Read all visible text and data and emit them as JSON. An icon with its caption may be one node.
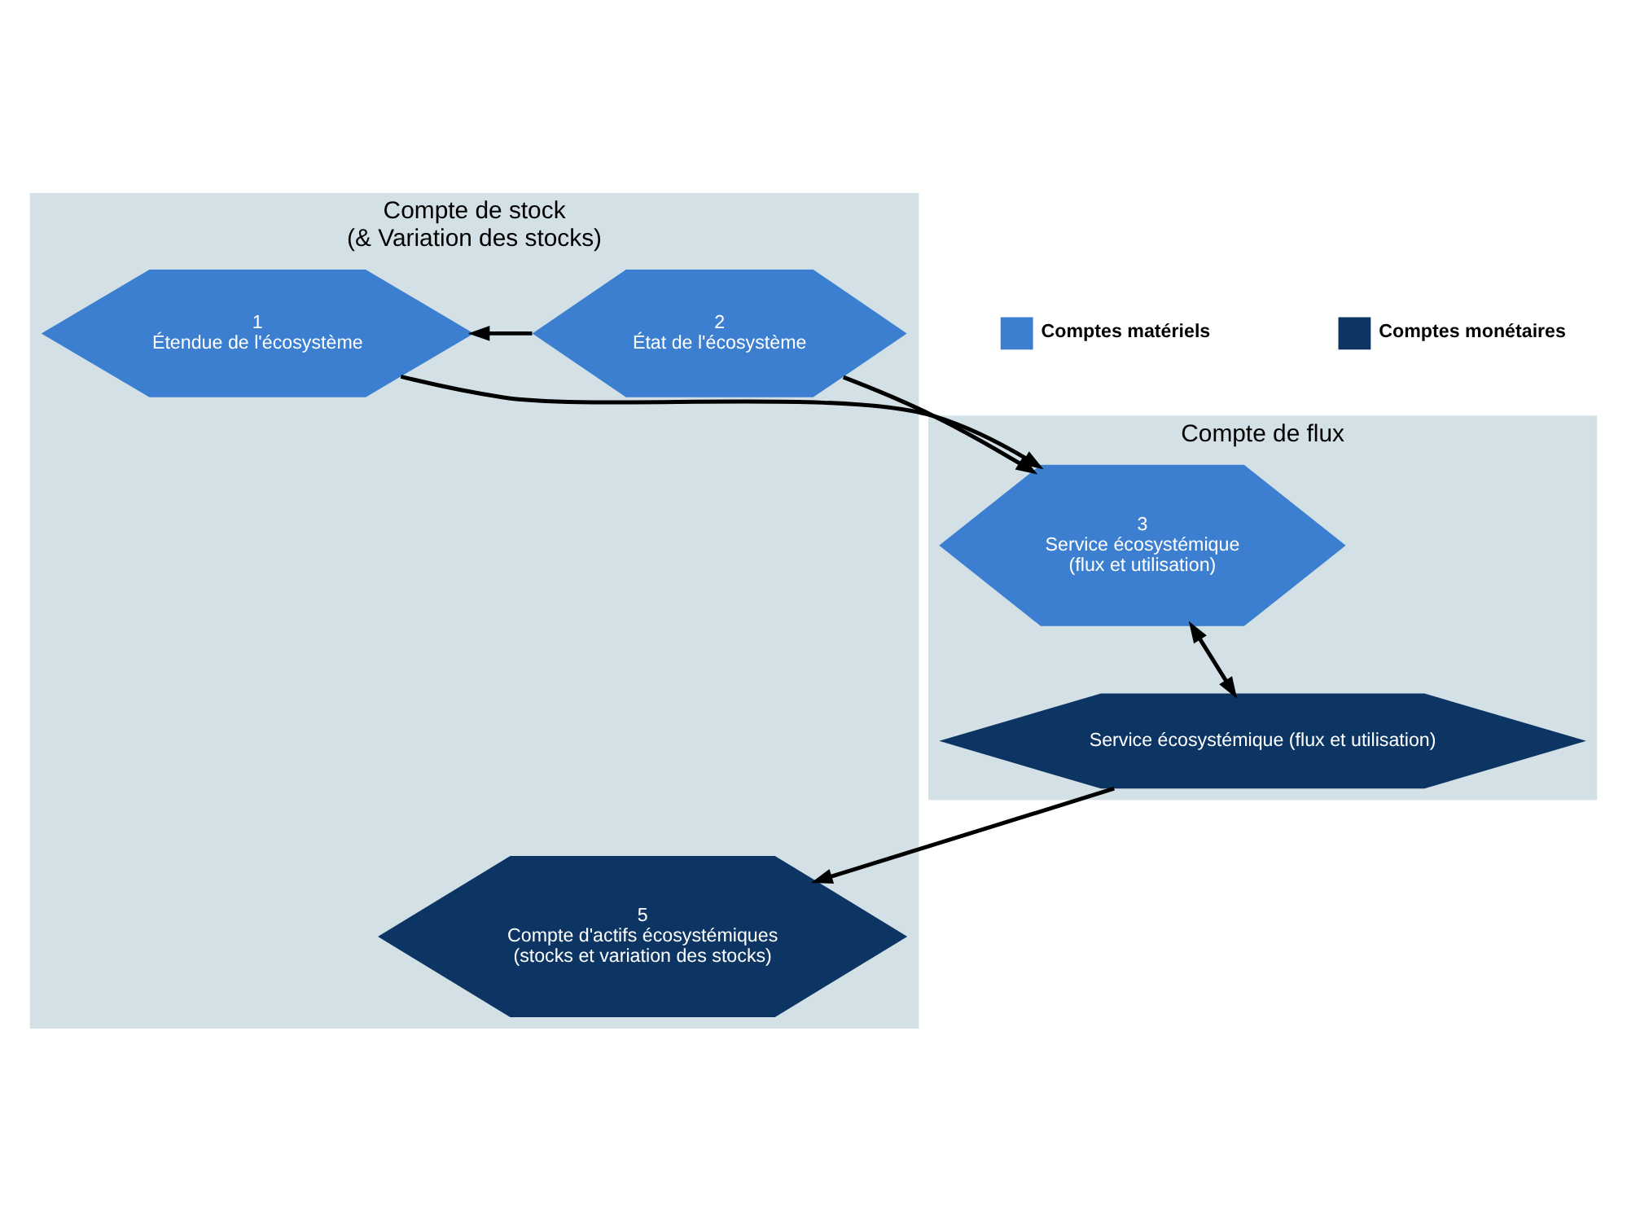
{
  "diagram": {
    "nodes": [
      {
        "text": [
          "Compte de stock",
          "(& Variation des stocks)"
        ]
      },
      {
        "text": [
          "1",
          "Étendue de l'écosystème"
        ],
        "in": 0
      },
      {
        "text": [
          "2",
          "État de l'écosystème"
        ],
        "in": 0
      },
      {
        "text": [
          "Compte de flux"
        ]
      },
      {
        "text": [
          "3",
          "Service écosystémique",
          "(flux et utilisation)"
        ],
        "in": 3
      },
      {
        "text": [
          "Service écosystémique (flux et utilisation)"
        ],
        "in": 3
      },
      {
        "text": [
          "5",
          "Compte d'actifs écosystémiques",
          "(stocks et variation des stocks)"
        ],
        "in": 0
      }
    ],
    "edges": [
      {
        "from": 2,
        "to": 1,
        "arrow": "to"
      },
      {
        "from": 1,
        "to": 4,
        "arrow": "to"
      },
      {
        "from": 2,
        "to": 4,
        "arrow": "to"
      },
      {
        "from": 4,
        "to": 5,
        "arrow": "both"
      },
      {
        "from": 5,
        "to": 6,
        "arrow": "to"
      }
    ],
    "legend": [
      {
        "text": "Comptes matériels",
        "color": "#3c7fd0"
      },
      {
        "text": "Comptes monétaires",
        "color": "#0c3563"
      }
    ]
  }
}
